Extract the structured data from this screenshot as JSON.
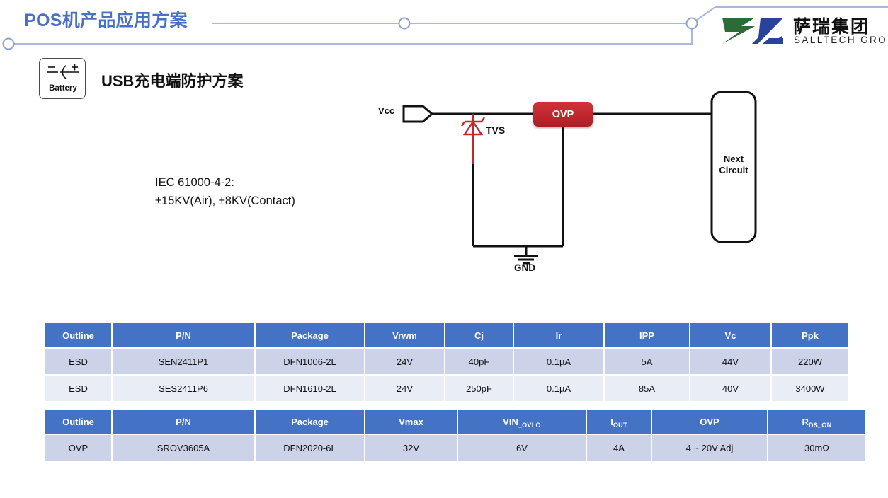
{
  "header": {
    "title": "POS机产品应用方案",
    "title_color": "#4a6fc4",
    "logo": {
      "cn": "萨瑞集团",
      "en": "SALLTECH GROUP",
      "green": "#2b6b35",
      "blue": "#29429a"
    }
  },
  "section": {
    "battery_badge": {
      "label": "Battery",
      "minus": "–",
      "plus": "+"
    },
    "title": "USB充电端防护方案"
  },
  "spec_note": {
    "line1": "IEC 61000-4-2:",
    "line2": "±15KV(Air), ±8KV(Contact)"
  },
  "circuit": {
    "vcc_label": "Vcc",
    "tvs_label": "TVS",
    "gnd_label": "GND",
    "ovp_label": "OVP",
    "ovp_color": "#c0282e",
    "tvs_color": "#c0282e",
    "next_circuit_line1": "Next",
    "next_circuit_line2": "Circuit"
  },
  "tables": [
    {
      "id": "esd-table",
      "header_color": "#4472c4",
      "columns": [
        "Outline",
        "P/N",
        "Package",
        "Vrwm",
        "Cj",
        "Ir",
        "IPP",
        "Vc",
        "Ppk"
      ],
      "rows": [
        [
          "ESD",
          "SEN2411P1",
          "DFN1006-2L",
          "24V",
          "40pF",
          "0.1µA",
          "5A",
          "44V",
          "220W"
        ],
        [
          "ESD",
          "SES2411P6",
          "DFN1610-2L",
          "24V",
          "250pF",
          "0.1µA",
          "85A",
          "40V",
          "3400W"
        ]
      ]
    },
    {
      "id": "ovp-table",
      "header_color": "#4472c4",
      "columns": [
        {
          "text": "Outline"
        },
        {
          "text": "P/N"
        },
        {
          "text": "Package"
        },
        {
          "text": "Vmax"
        },
        {
          "text": "VIN",
          "sub": "_OVLO"
        },
        {
          "text": "I",
          "sub": "OUT"
        },
        {
          "text": "OVP"
        },
        {
          "text": "R",
          "sub": "DS_ON"
        }
      ],
      "rows": [
        [
          "OVP",
          "SROV3605A",
          "DFN2020-6L",
          "32V",
          "6V",
          "4A",
          "4 ~ 20V Adj",
          "30mΩ"
        ]
      ]
    }
  ]
}
